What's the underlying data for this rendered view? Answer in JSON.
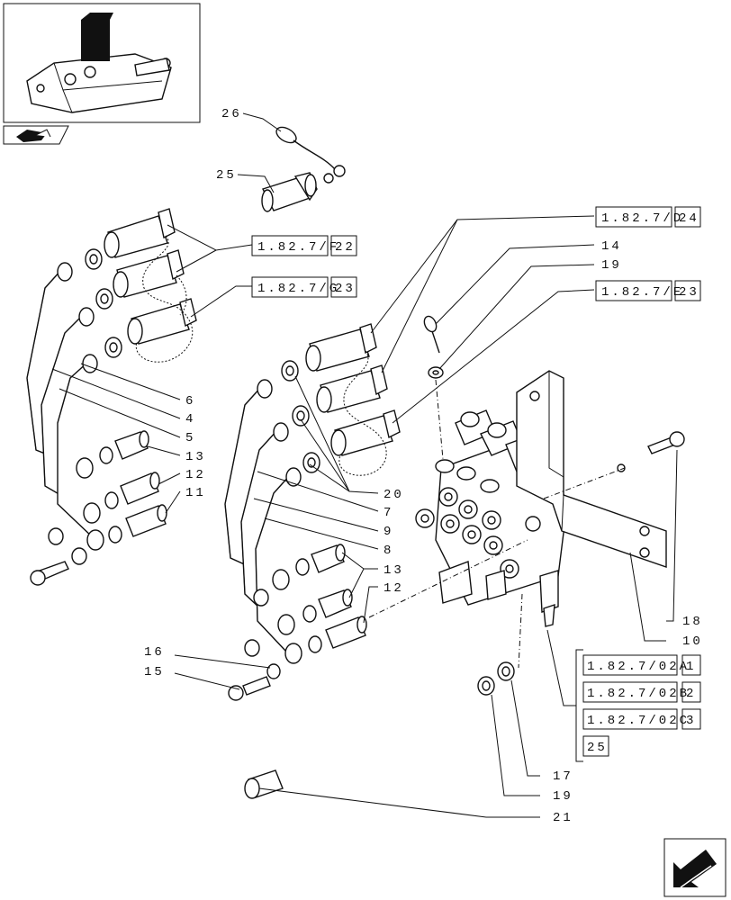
{
  "callouts": {
    "c26": "26",
    "c25": "25",
    "c6": "6",
    "c4": "4",
    "c5": "5",
    "c13a": "13",
    "c12a": "12",
    "c11": "11",
    "c14": "14",
    "c19a": "19",
    "c20": "20",
    "c7": "7",
    "c9": "9",
    "c8": "8",
    "c13b": "13",
    "c12b": "12",
    "c16": "16",
    "c15": "15",
    "c18": "18",
    "c10": "10",
    "c17": "17",
    "c19b": "19",
    "c21": "21"
  },
  "references": {
    "r_f": {
      "code": "1.82.7/F",
      "num": "22"
    },
    "r_g": {
      "code": "1.82.7/G",
      "num": "23"
    },
    "r_d": {
      "code": "1.82.7/D",
      "num": "24"
    },
    "r_e": {
      "code": "1.82.7/E",
      "num": "23"
    },
    "r_02a": {
      "code": "1.82.7/02A",
      "num": "1"
    },
    "r_02b": {
      "code": "1.82.7/02B",
      "num": "2"
    },
    "r_02c": {
      "code": "1.82.7/02C",
      "num": "3"
    },
    "r_25": {
      "num": "25"
    }
  }
}
